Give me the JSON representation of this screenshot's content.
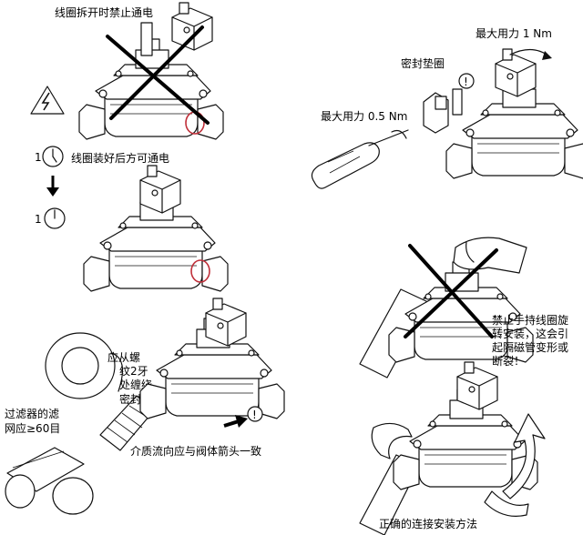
{
  "labels": {
    "no_power_coil_removed": "线圈拆开时禁止通电",
    "power_after_coil_installed": "线圈装好后方可通电",
    "max_torque_1": "最大用力 1 Nm",
    "seal_gasket": "密封垫圈",
    "max_torque_05": "最大用力 0.5 Nm",
    "seal_tape_line1": "应从螺",
    "seal_tape_line2": "纹2牙",
    "seal_tape_line3": "处缠绕",
    "seal_tape_line4": "密封",
    "filter_line1": "过滤器的滤",
    "filter_line2": "网应≥60目",
    "flow_direction": "介质流向应与阀体箭头一致",
    "no_hand_rotate_line1": "禁止手持线圈旋",
    "no_hand_rotate_line2": "转安装，这会引",
    "no_hand_rotate_line3": "起隔磁管变形或",
    "no_hand_rotate_line4": "断裂！",
    "correct_method": "正确的连接安装方法",
    "exclaim": "!",
    "clock_label_1": "1",
    "clock_label_2": "1"
  },
  "icons": [
    "high-voltage-icon",
    "clock-icon",
    "down-arrow-icon",
    "exclamation-icon",
    "screwdriver-icon",
    "wrench-icon",
    "rotation-arrow-icon",
    "prohibited-cross-icon"
  ],
  "colors": {
    "line": "#111111",
    "highlight": "#c0303a",
    "background": "#ffffff"
  }
}
